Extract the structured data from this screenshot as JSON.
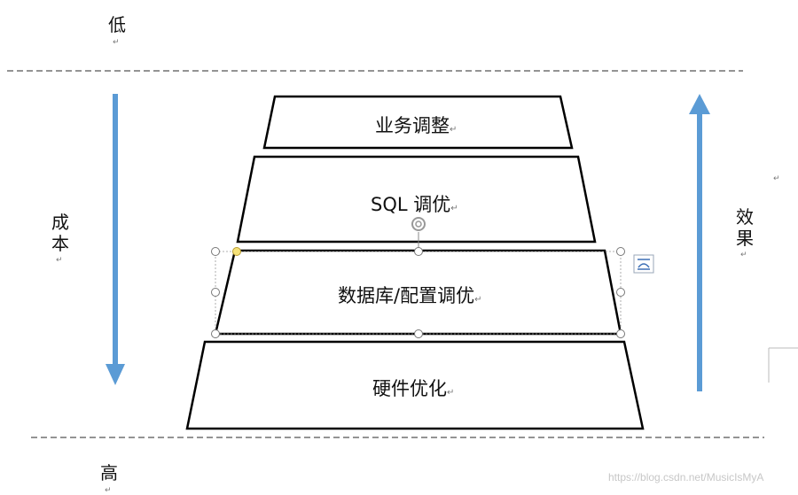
{
  "top_label": "低",
  "bottom_label": "高",
  "cost_label": "成本",
  "effect_label": "效果",
  "paragraph_mark": "↵",
  "levels": [
    {
      "label": "业务调整"
    },
    {
      "label": "SQL 调优"
    },
    {
      "label": "数据库/配置调优"
    },
    {
      "label": "硬件优化"
    }
  ],
  "watermark": "https://blog.csdn.net/MusicIsMyA",
  "colors": {
    "arrow": "#5b9bd5",
    "dash": "#555555",
    "outline": "#000000"
  }
}
